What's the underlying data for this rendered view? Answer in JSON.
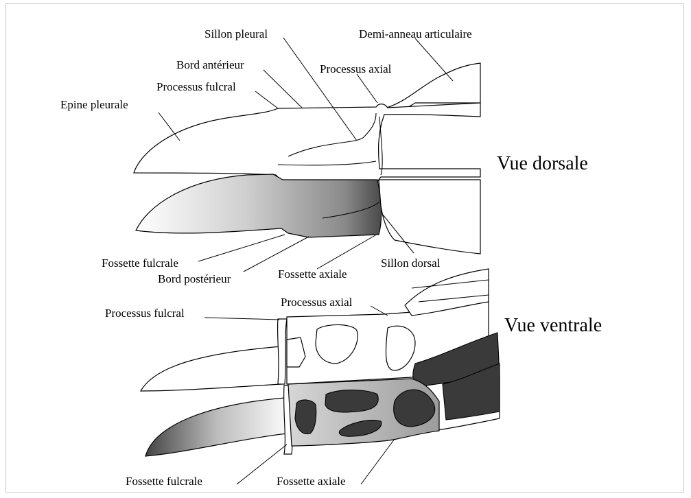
{
  "views": {
    "dorsal": "Vue dorsale",
    "ventral": "Vue ventrale"
  },
  "dorsal_labels": {
    "sillon_pleural": "Sillon pleural",
    "demi_anneau": "Demi-anneau articulaire",
    "bord_anterieur": "Bord antérieur",
    "processus_axial": "Processus axial",
    "processus_fulcral": "Processus fulcral",
    "epine_pleurale": "Epine pleurale",
    "fossette_fulcrale": "Fossette fulcrale",
    "bord_posterieur": "Bord postérieur",
    "fossette_axiale": "Fossette axiale",
    "sillon_dorsal": "Sillon dorsal"
  },
  "ventral_labels": {
    "processus_axial": "Processus axial",
    "processus_fulcral": "Processus fulcral",
    "fossette_fulcrale": "Fossette fulcrale",
    "fossette_axiale": "Fossette axiale"
  }
}
